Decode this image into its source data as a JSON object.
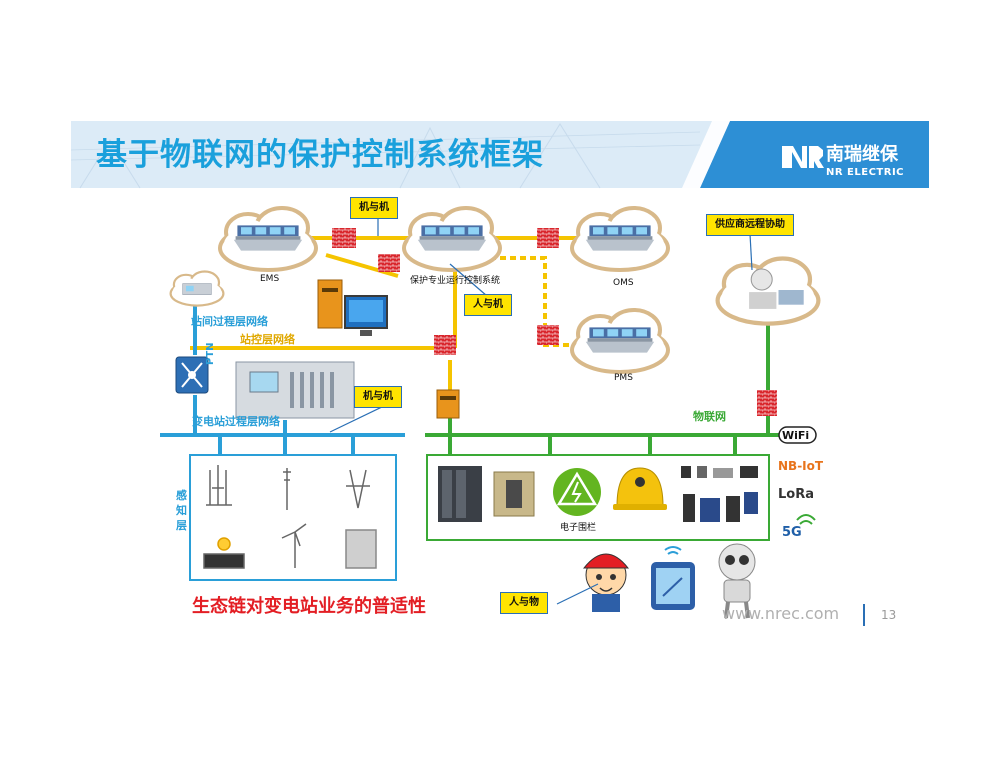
{
  "header": {
    "title": "基于物联网的保护控制系统框架",
    "logo_cn": "南瑞继保",
    "logo_en": "NR ELECTRIC",
    "logo_mark": "NR"
  },
  "nodes": {
    "ems": "EMS",
    "center": "保护专业运行控制系统",
    "oms": "OMS",
    "pms": "PMS"
  },
  "tags": {
    "m2m_top": "机与机",
    "h2m": "人与机",
    "m2m_mid": "机与机",
    "supplier": "供应商远程协助",
    "h2o": "人与物"
  },
  "networks": {
    "bay_process": "站间过程层网络",
    "station_control": "站控层网络",
    "substation_process": "变电站过程层网络",
    "iot": "物联网",
    "ptn": "PTN"
  },
  "perception_layer": "感知层",
  "devices": {
    "fence_label": "电子围栏"
  },
  "protocols": {
    "wifi": "WiFi",
    "nbiot": "NB-IoT",
    "lora": "LoRa",
    "fiveg": "5G"
  },
  "footer": {
    "statement": "生态链对变电站业务的普适性",
    "url": "www.nrec.com",
    "page": "13"
  },
  "colors": {
    "banner_bg": "#dcebf7",
    "banner_accent": "#2d8fd5",
    "title": "#1aa0dc",
    "blue_line": "#2a9fd8",
    "yellow_line": "#f5c400",
    "green_line": "#3aa935",
    "firewall": "#d9262c",
    "tag_bg": "#ffe400"
  }
}
